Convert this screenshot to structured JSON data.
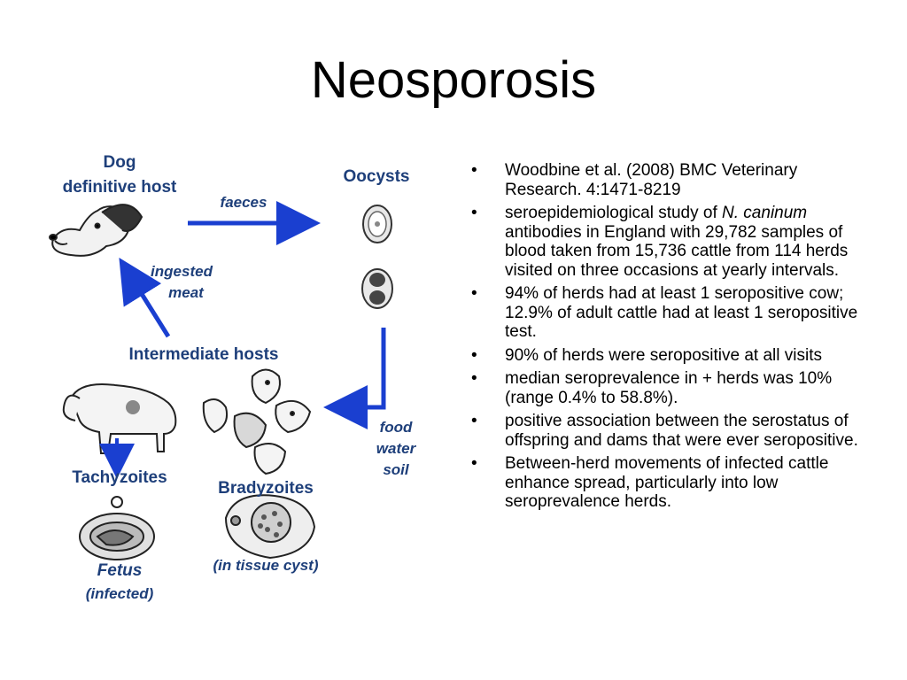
{
  "slide": {
    "title": "Neosporosis"
  },
  "diagram": {
    "dog_label_1": "Dog",
    "dog_label_2": "definitive host",
    "faeces_label": "faeces",
    "oocysts_label": "Oocysts",
    "ingested_label_1": "ingested",
    "ingested_label_2": "meat",
    "intermediate_label": "Intermediate hosts",
    "food_label_1": "food",
    "food_label_2": "water",
    "food_label_3": "soil",
    "tachyzoites_label": "Tachyzoites",
    "bradyzoites_label": "Bradyzoites",
    "fetus_label": "Fetus",
    "infected_label": "(infected)",
    "tissue_cyst_label": "(in tissue cyst)",
    "arrow_color": "#1a3fd0",
    "label_color": "#1e3f7a"
  },
  "bullets": {
    "marker": "•",
    "items": [
      {
        "text": "Woodbine et al. (2008) BMC Veterinary Research. 4:1471-8219"
      },
      {
        "before": "seroepidemiological study of ",
        "italic": "N. caninum",
        "after": " antibodies in England with 29,782 samples of blood taken from 15,736 cattle from 114 herds visited on three occasions at yearly intervals."
      },
      {
        "text": "94% of herds had at least 1 seropositive cow; 12.9% of adult cattle had at least 1 seropositive test."
      },
      {
        "text": "90% of herds were seropositive at all visits"
      },
      {
        "text": "median seroprevalence in + herds was 10% (range 0.4% to 58.8%)."
      },
      {
        "text": "positive association between the serostatus of offspring and dams that were ever seropositive."
      },
      {
        "text": "Between-herd movements of infected cattle enhance spread, particularly into low seroprevalence herds."
      }
    ]
  }
}
